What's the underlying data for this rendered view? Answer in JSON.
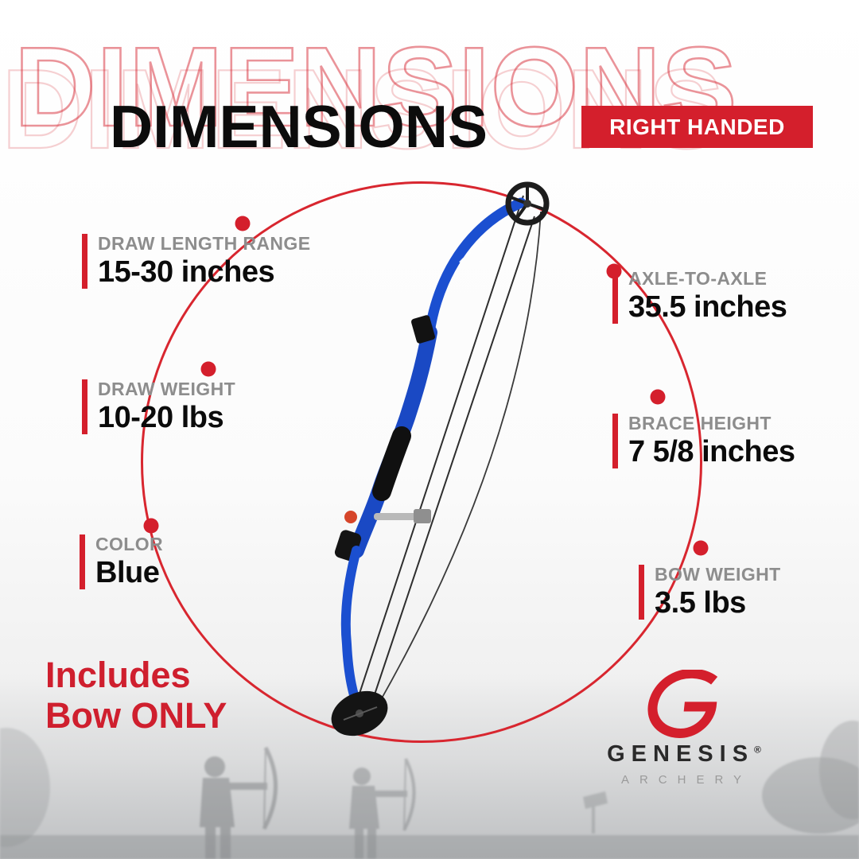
{
  "header": {
    "title": "DIMENSIONS",
    "badge": "RIGHT HANDED"
  },
  "specs": {
    "left": [
      {
        "label": "DRAW LENGTH RANGE",
        "value": "15-30 inches"
      },
      {
        "label": "DRAW WEIGHT",
        "value": "10-20 lbs"
      },
      {
        "label": "COLOR",
        "value": "Blue"
      }
    ],
    "right": [
      {
        "label": "AXLE-TO-AXLE",
        "value": "35.5 inches"
      },
      {
        "label": "BRACE HEIGHT",
        "value": "7 5/8 inches"
      },
      {
        "label": "BOW WEIGHT",
        "value": "3.5 lbs"
      }
    ]
  },
  "note": {
    "line1": "Includes",
    "line2": "Bow ONLY"
  },
  "brand": {
    "name": "GENESIS",
    "registered": "®",
    "subtitle": "ARCHERY"
  },
  "colors": {
    "accent_red": "#d41f2c",
    "label_gray": "#8d8d8d",
    "value_black": "#0b0b0b",
    "bow_blue": "#1b4fd0"
  }
}
